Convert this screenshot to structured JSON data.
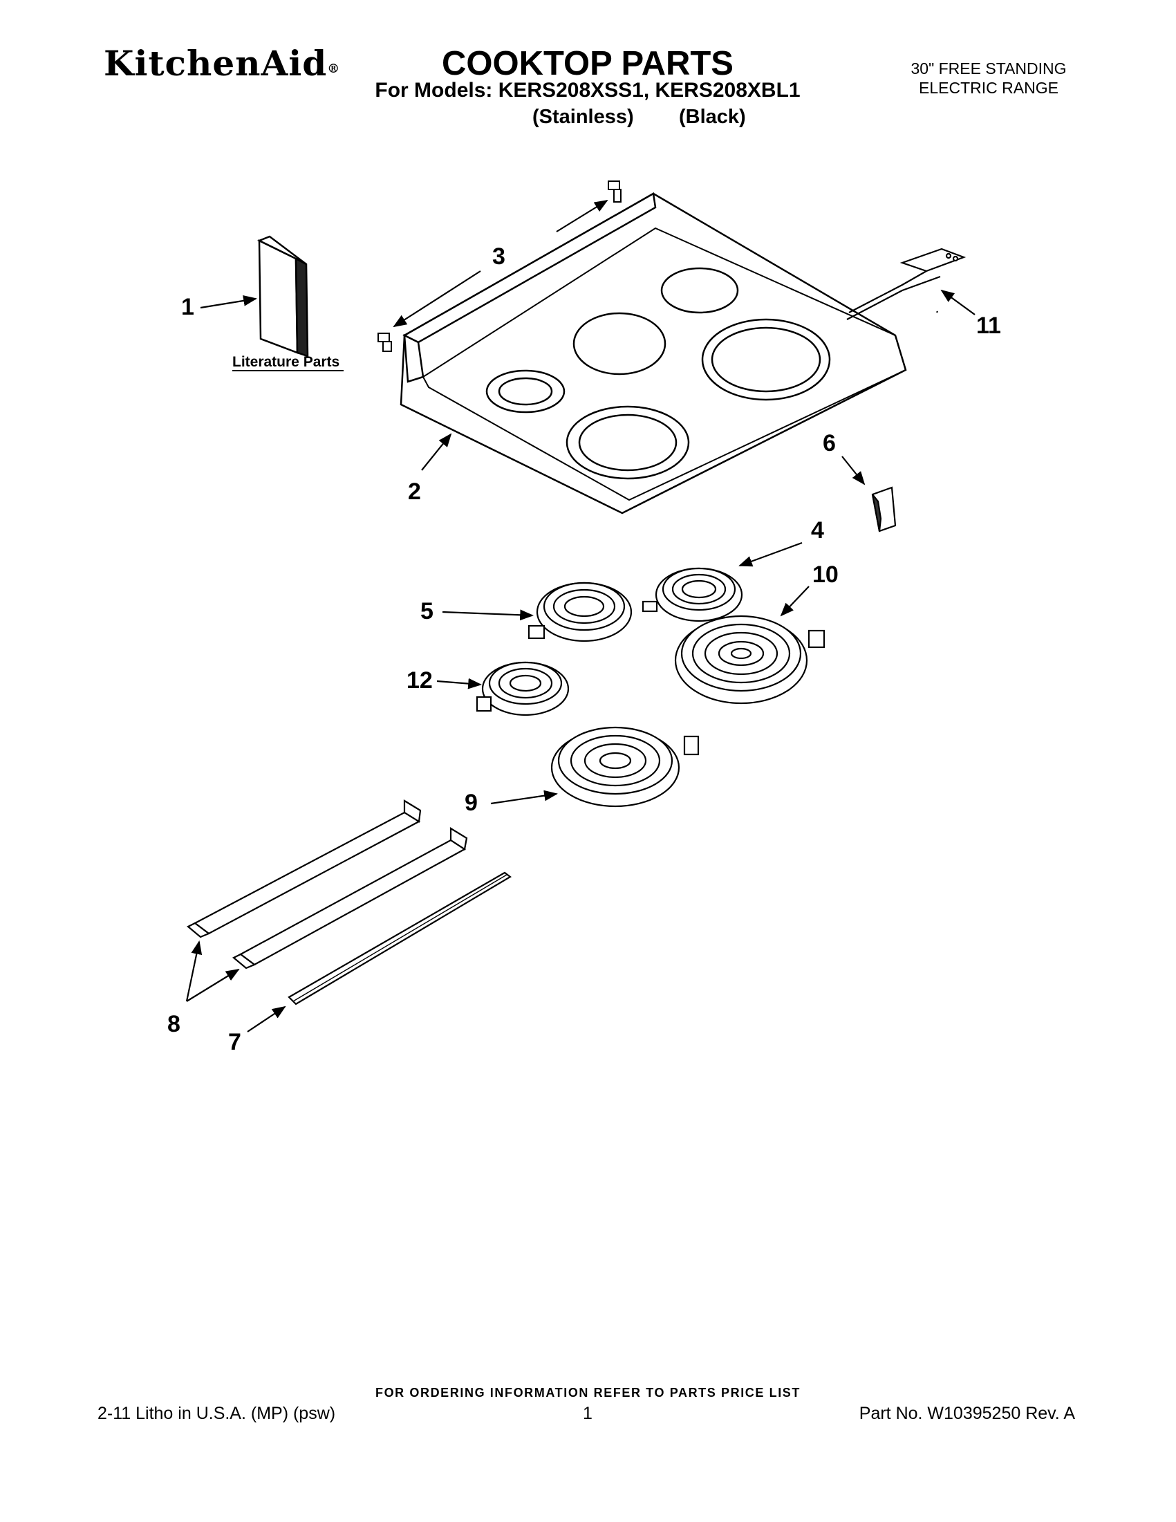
{
  "header": {
    "brand": "KitchenAid",
    "brand_mark": "®",
    "title": "COOKTOP PARTS",
    "models_line": "For Models: KERS208XSS1, KERS208XBL1",
    "variant_stainless": "(Stainless)",
    "variant_black": "(Black)",
    "product_line_1": "30\" FREE STANDING",
    "product_line_2": "ELECTRIC RANGE"
  },
  "diagram": {
    "callouts": [
      "1",
      "2",
      "3",
      "4",
      "5",
      "6",
      "7",
      "8",
      "9",
      "10",
      "11",
      "12"
    ],
    "literature_label": "Literature Parts"
  },
  "footer": {
    "ordering_note": "FOR ORDERING INFORMATION REFER TO PARTS PRICE LIST",
    "litho": "2-11 Litho in U.S.A. (MP) (psw)",
    "page_number": "1",
    "part_number": "Part No. W10395250 Rev. A"
  }
}
